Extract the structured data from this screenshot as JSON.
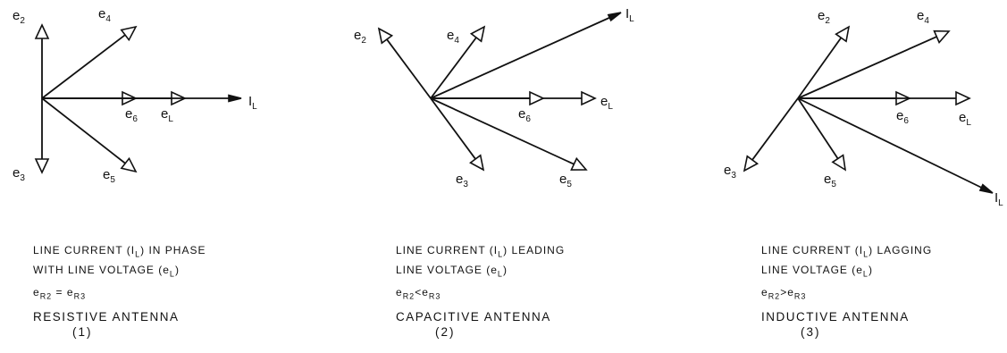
{
  "diagrams": [
    {
      "id": "resistive",
      "vectors": [
        {
          "name": "e2",
          "base": "e",
          "sub": "2"
        },
        {
          "name": "e4",
          "base": "e",
          "sub": "4"
        },
        {
          "name": "e6",
          "base": "e",
          "sub": "6"
        },
        {
          "name": "eL",
          "base": "e",
          "sub": "L"
        },
        {
          "name": "IL",
          "base": "I",
          "sub": "L"
        },
        {
          "name": "e3",
          "base": "e",
          "sub": "3"
        },
        {
          "name": "e5",
          "base": "e",
          "sub": "5"
        }
      ],
      "caption": {
        "line1": "LINE CURRENT (I",
        "line1_sub": "L",
        "line1_end": ") IN PHASE",
        "line2": "WITH LINE VOLTAGE (e",
        "line2_sub": "L",
        "line2_end": ")",
        "rel_left": "e",
        "rel_left_sub": "R2",
        "rel_op": " = ",
        "rel_right": "e",
        "rel_right_sub": "R3",
        "title": "RESISTIVE ANTENNA",
        "number": "(1)"
      }
    },
    {
      "id": "capacitive",
      "vectors": [
        {
          "name": "e2",
          "base": "e",
          "sub": "2"
        },
        {
          "name": "e4",
          "base": "e",
          "sub": "4"
        },
        {
          "name": "IL",
          "base": "I",
          "sub": "L"
        },
        {
          "name": "eL",
          "base": "e",
          "sub": "L"
        },
        {
          "name": "e6",
          "base": "e",
          "sub": "6"
        },
        {
          "name": "e3",
          "base": "e",
          "sub": "3"
        },
        {
          "name": "e5",
          "base": "e",
          "sub": "5"
        }
      ],
      "caption": {
        "line1": "LINE CURRENT (I",
        "line1_sub": "L",
        "line1_end": ") LEADING",
        "line2": "LINE VOLTAGE (e",
        "line2_sub": "L",
        "line2_end": ")",
        "rel_left": "e",
        "rel_left_sub": "R2",
        "rel_op": "<",
        "rel_right": "e",
        "rel_right_sub": "R3",
        "title": "CAPACITIVE ANTENNA",
        "number": "(2)"
      }
    },
    {
      "id": "inductive",
      "vectors": [
        {
          "name": "e2",
          "base": "e",
          "sub": "2"
        },
        {
          "name": "e4",
          "base": "e",
          "sub": "4"
        },
        {
          "name": "e6",
          "base": "e",
          "sub": "6"
        },
        {
          "name": "eL",
          "base": "e",
          "sub": "L"
        },
        {
          "name": "e3",
          "base": "e",
          "sub": "3"
        },
        {
          "name": "e5",
          "base": "e",
          "sub": "5"
        },
        {
          "name": "IL",
          "base": "I",
          "sub": "L"
        }
      ],
      "caption": {
        "line1": "LINE CURRENT (I",
        "line1_sub": "L",
        "line1_end": ") LAGGING",
        "line2": "LINE VOLTAGE (e",
        "line2_sub": "L",
        "line2_end": ")",
        "rel_left": "e",
        "rel_left_sub": "R2",
        "rel_op": ">",
        "rel_right": "e",
        "rel_right_sub": "R3",
        "title": "INDUCTIVE ANTENNA",
        "number": "(3)"
      }
    }
  ]
}
